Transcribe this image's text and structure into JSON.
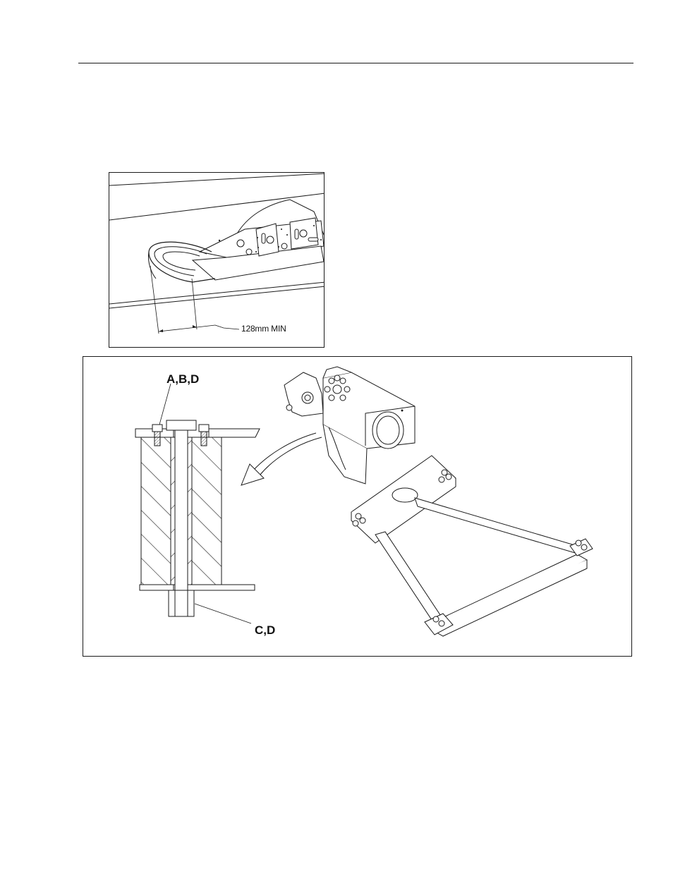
{
  "figure_top": {
    "dimension_label": "128mm MIN"
  },
  "figure_bottom": {
    "callout_top": "A,B,D",
    "callout_bottom": "C,D"
  }
}
